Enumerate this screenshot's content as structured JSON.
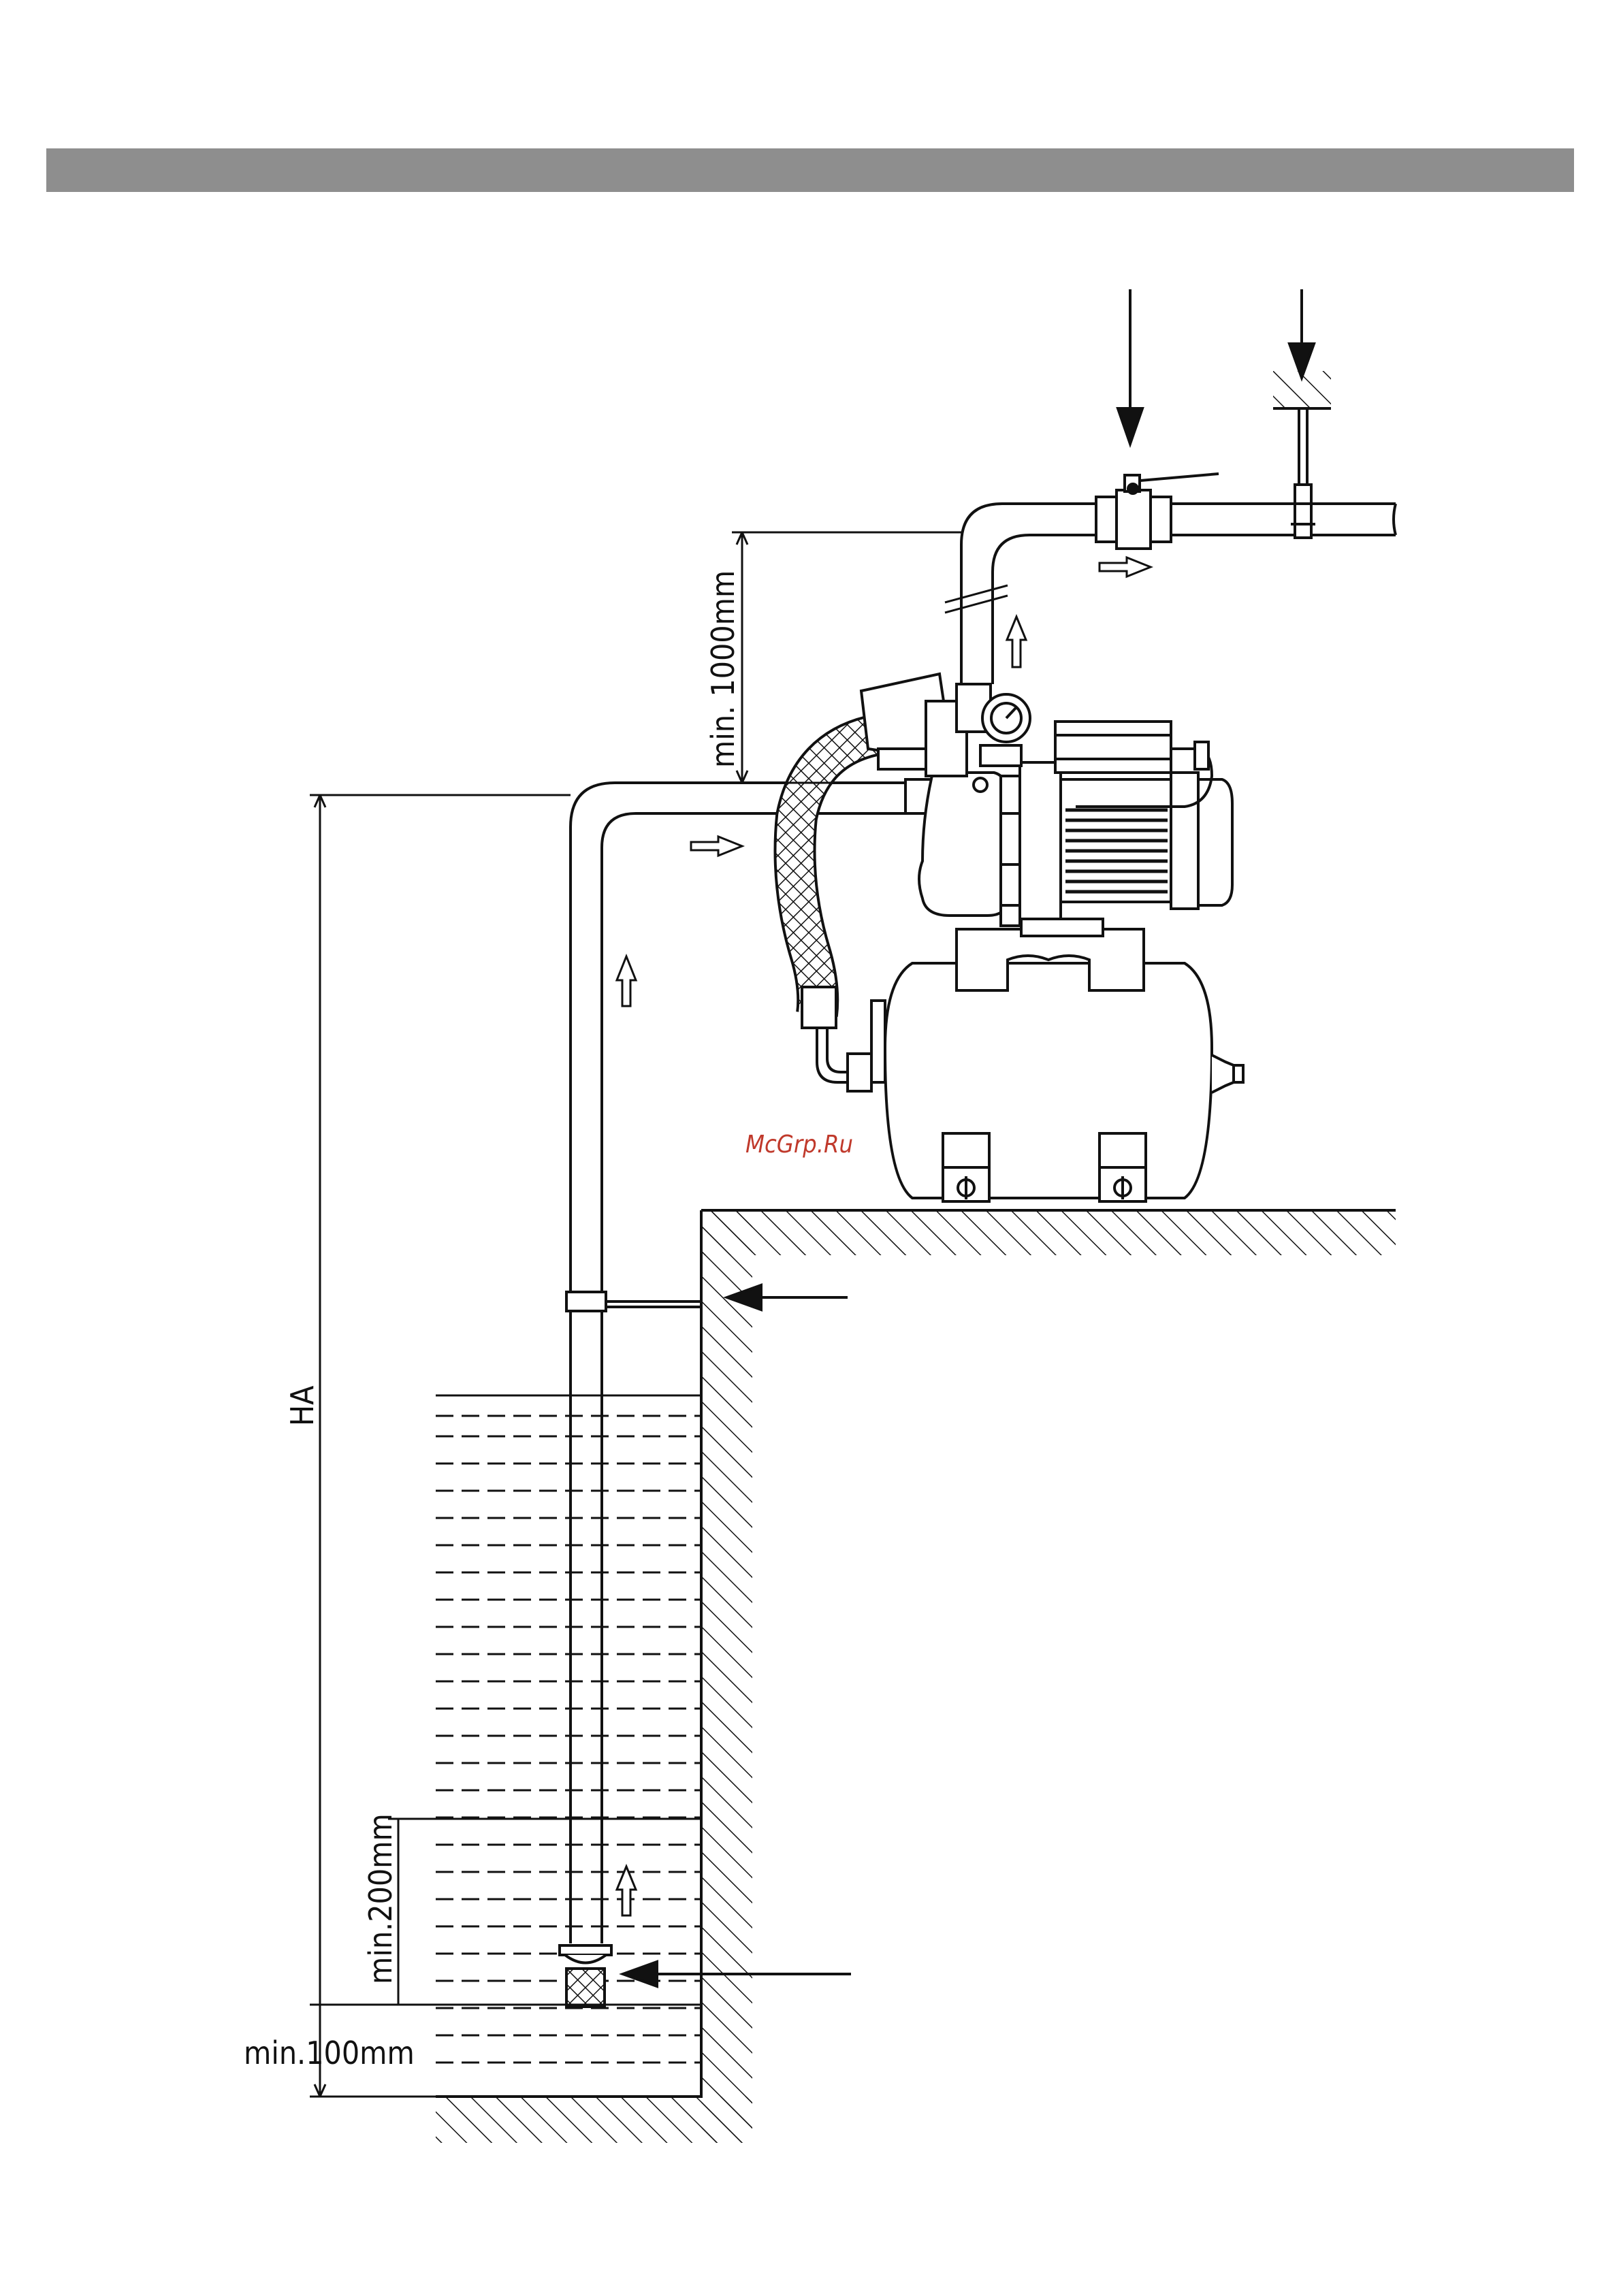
{
  "diagram": {
    "labels": {
      "min_1000": "min. 1000mm",
      "ha": "HA",
      "min_200": "min.200mm",
      "min_100": "min.100mm"
    },
    "watermark": "McGrp.Ru"
  },
  "colors": {
    "header_bar": "#8e8e8e",
    "line": "#111111",
    "watermark": "#c0392b"
  }
}
